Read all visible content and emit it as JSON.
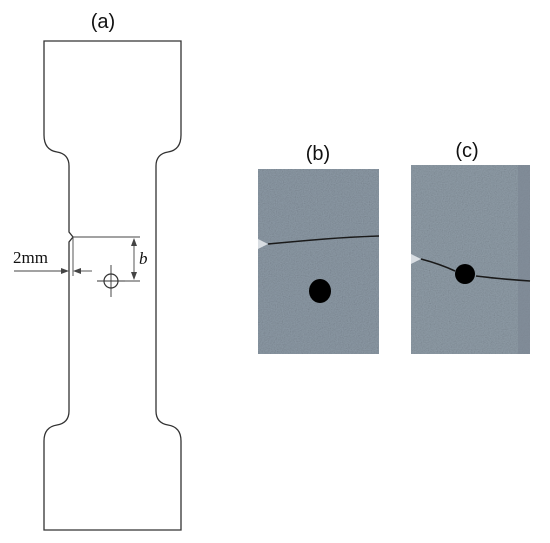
{
  "panels": {
    "a": {
      "label": "(a)"
    },
    "b": {
      "label": "(b)"
    },
    "c": {
      "label": "(c)"
    }
  },
  "dimensions": {
    "notch_offset": "2mm",
    "hole_distance": "b"
  },
  "colors": {
    "outline": "#333333",
    "photo_base": "#8d9aa6",
    "crack": "#1a1a1a",
    "hole": "#000000"
  }
}
